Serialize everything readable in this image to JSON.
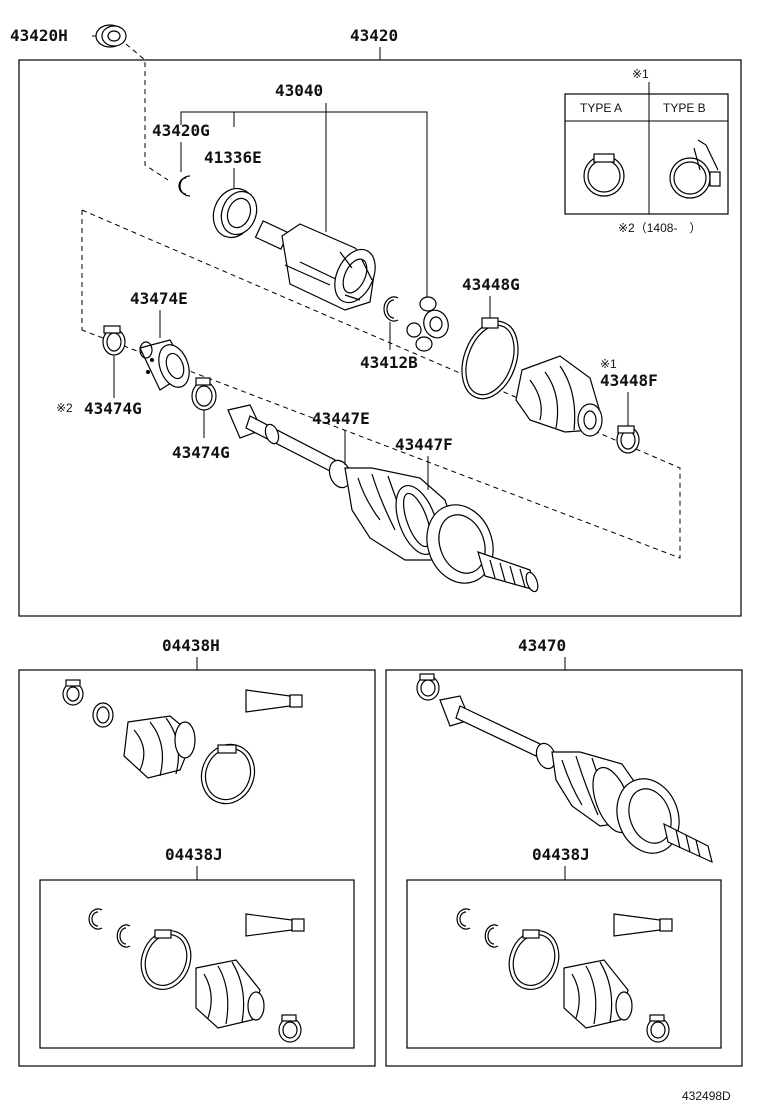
{
  "labels": {
    "p43420H": "43420H",
    "p43420": "43420",
    "p43040": "43040",
    "p43420G": "43420G",
    "p41336E": "41336E",
    "p43474E": "43474E",
    "p43448G": "43448G",
    "p43412B": "43412B",
    "p43448F": "43448F",
    "p43474G_a": "43474G",
    "p43474G_b": "43474G",
    "p43447E": "43447E",
    "p43447F": "43447F",
    "p04438H": "04438H",
    "p43470": "43470",
    "p04438J_left": "04438J",
    "p04438J_right": "04438J"
  },
  "marks": {
    "note1_top": "※1",
    "note1_side": "※1",
    "note2_prefix": "※2",
    "note2_footer": "※2（1408-　）"
  },
  "type_table": {
    "col_a": "TYPE A",
    "col_b": "TYPE B"
  },
  "diagram_ref": "432498D"
}
